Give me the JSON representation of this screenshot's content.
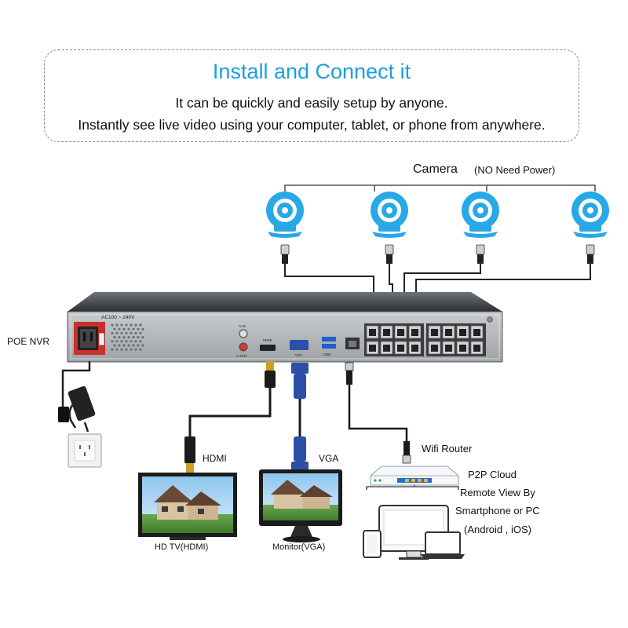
{
  "header": {
    "title": "Install and Connect it",
    "line1": "It can be quickly and easily setup by anyone.",
    "line2": "Instantly see live video using your computer, tablet, or phone from anywhere."
  },
  "camera": {
    "label": "Camera",
    "note": "(NO Need Power)",
    "count": 4,
    "color": "#29a8e8"
  },
  "nvr": {
    "label": "POE NVR",
    "power_spec": "AC100 ~ 240V",
    "ports_label_audio_in": "A-IN",
    "ports_label_audio_out": "A-OUT",
    "ports_label_hdmi": "HDMI",
    "ports_label_vga": "VGA",
    "ports_label_usb": "USB",
    "poe_port_count": 16
  },
  "outputs": {
    "hdmi_label": "HDMI",
    "vga_label": "VGA",
    "tv_label": "HD TV(HDMI)",
    "monitor_label": "Monitor(VGA)"
  },
  "network": {
    "router_label": "Wifi Router",
    "cloud_line1": "P2P Cloud",
    "cloud_line2": "Remote View By",
    "cloud_line3": "Smartphone or PC",
    "cloud_line4": "(Android , iOS)"
  }
}
